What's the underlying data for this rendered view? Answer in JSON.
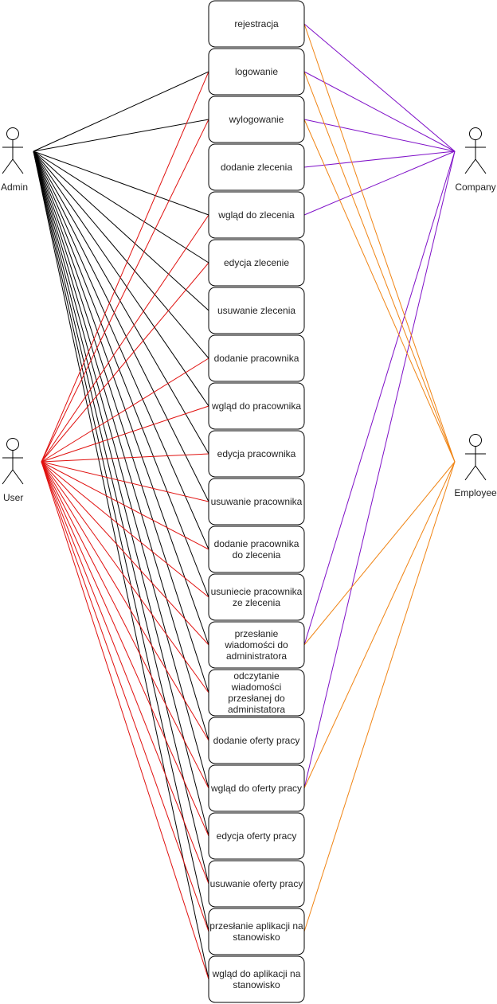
{
  "colors": {
    "Admin": "#000000",
    "User": "#e0110f",
    "Company": "#7f10c8",
    "Employee": "#f08414"
  },
  "actors": [
    {
      "id": "Admin",
      "label": "Admin"
    },
    {
      "id": "User",
      "label": "User"
    },
    {
      "id": "Company",
      "label": "Company"
    },
    {
      "id": "Employee",
      "label": "Employee"
    }
  ],
  "use_cases": [
    {
      "id": "rejestracja",
      "lines": [
        "rejestracja"
      ]
    },
    {
      "id": "logowanie",
      "lines": [
        "logowanie"
      ]
    },
    {
      "id": "wylogowanie",
      "lines": [
        "wylogowanie"
      ]
    },
    {
      "id": "dodanie-zlecenia",
      "lines": [
        "dodanie zlecenia"
      ]
    },
    {
      "id": "wglad-do-zlecenia",
      "lines": [
        "wgląd do zlecenia"
      ]
    },
    {
      "id": "edycja-zlecenie",
      "lines": [
        "edycja zlecenie"
      ]
    },
    {
      "id": "usuwanie-zlecenia",
      "lines": [
        "usuwanie zlecenia"
      ]
    },
    {
      "id": "dodanie-pracownika",
      "lines": [
        "dodanie pracownika"
      ]
    },
    {
      "id": "wglad-do-pracownika",
      "lines": [
        "wgląd do pracownika"
      ]
    },
    {
      "id": "edycja-pracownika",
      "lines": [
        "edycja pracownika"
      ]
    },
    {
      "id": "usuwanie-pracownika",
      "lines": [
        "usuwanie pracownika"
      ]
    },
    {
      "id": "dodanie-pracownika-do-zlecenia",
      "lines": [
        "dodanie pracownika",
        "do zlecenia"
      ]
    },
    {
      "id": "usuniecie-pracownika-ze-zlecenia",
      "lines": [
        "usuniecie pracownika",
        "ze zlecenia"
      ]
    },
    {
      "id": "przeslanie-wiadomosci",
      "lines": [
        "przesłanie",
        "wiadomości do",
        "administratora"
      ]
    },
    {
      "id": "odczytanie-wiadomosci",
      "lines": [
        "odczytanie",
        "wiadomości",
        "przesłanej do",
        "administatora"
      ]
    },
    {
      "id": "dodanie-oferty-pracy",
      "lines": [
        "dodanie oferty pracy"
      ]
    },
    {
      "id": "wglad-do-oferty-pracy",
      "lines": [
        "wgląd do oferty pracy"
      ]
    },
    {
      "id": "edycja-oferty-pracy",
      "lines": [
        "edycja oferty pracy"
      ]
    },
    {
      "id": "usuwanie-oferty-pracy",
      "lines": [
        "usuwanie oferty pracy"
      ]
    },
    {
      "id": "przeslanie-aplikacji",
      "lines": [
        "przesłanie aplikacji na",
        "stanowisko"
      ]
    },
    {
      "id": "wglad-do-aplikacji",
      "lines": [
        "wgląd do aplikacji na",
        "stanowisko"
      ]
    }
  ],
  "associations": {
    "Admin": [
      1,
      2,
      4,
      5,
      6,
      7,
      8,
      9,
      10,
      11,
      12,
      13,
      14,
      15,
      16,
      17,
      18,
      19,
      20
    ],
    "User": [
      1,
      2,
      4,
      5,
      7,
      8,
      9,
      10,
      11,
      12,
      13,
      14,
      15,
      16,
      17,
      18,
      19,
      20
    ],
    "Company": [
      0,
      1,
      2,
      3,
      4,
      13,
      16
    ],
    "Employee": [
      0,
      1,
      2,
      13,
      16,
      19
    ]
  }
}
